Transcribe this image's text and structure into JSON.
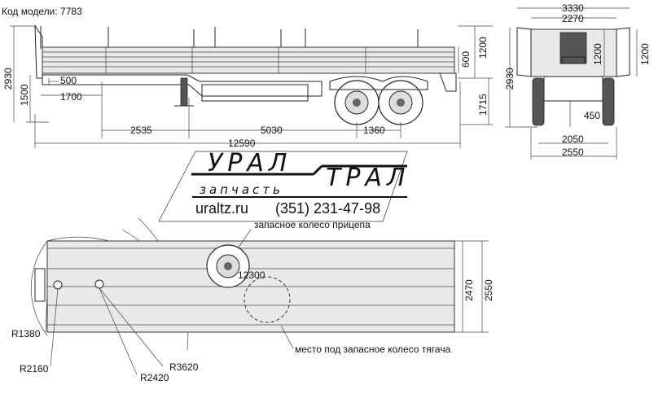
{
  "header": {
    "model_label": "Код модели: 7783"
  },
  "side_view": {
    "dims": {
      "height_total": "2930",
      "height_floor": "1500",
      "kingpin_offset": "500",
      "front_overhang": "1700",
      "d2535": "2535",
      "d5030": "5030",
      "axle_spacing": "1360",
      "length_total": "12590",
      "board_600": "600",
      "board_1200": "1200",
      "height_1715": "1715"
    }
  },
  "rear_view": {
    "dims": {
      "top_width": "3330",
      "stake_width": "2270",
      "height_total": "2930",
      "stake_height_left": "1200",
      "stake_height_right": "1200",
      "clearance": "450",
      "track": "2050",
      "width": "2550"
    }
  },
  "logo": {
    "line1_left": "УРАЛ",
    "line1_right": "ТРАЛ",
    "line2": "запчасть",
    "site": "uraltz.ru",
    "phone": "(351) 231-47-98"
  },
  "top_view": {
    "spare_trailer_label": "запасное колесо прицепа",
    "spare_tractor_label": "место под запасное колесо тягача",
    "dims": {
      "length": "12300",
      "inner_width": "2470",
      "outer_width": "2550",
      "r1": "R1380",
      "r2": "R2160",
      "r3": "R2420",
      "r4": "R3620"
    }
  }
}
